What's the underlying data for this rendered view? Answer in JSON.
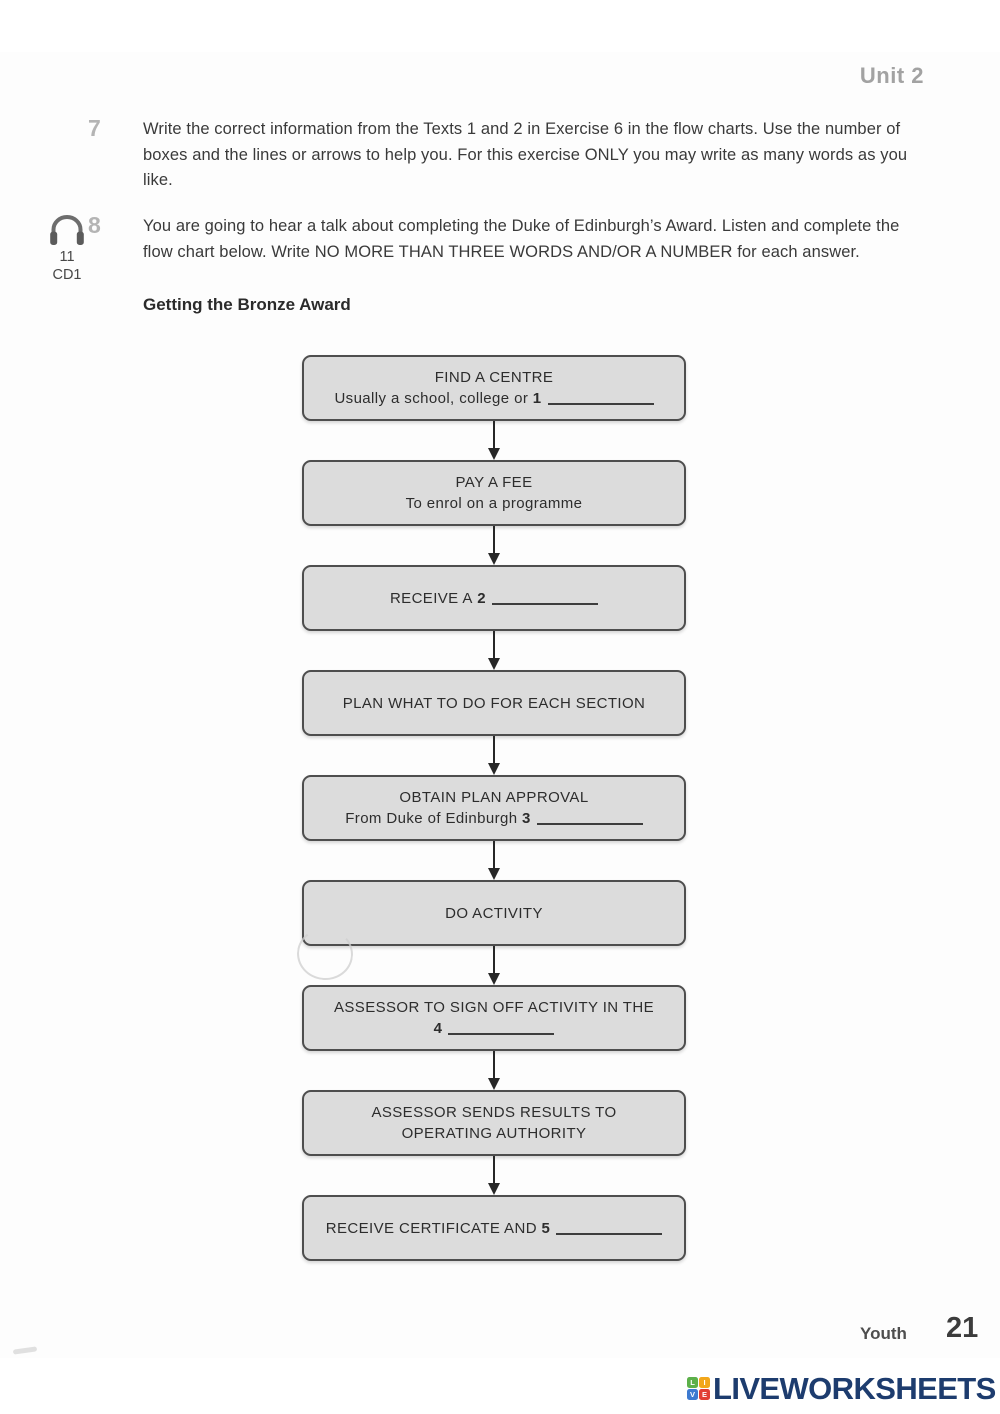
{
  "page": {
    "unit_label": "Unit 2",
    "footer": {
      "section": "Youth",
      "page_number": "21"
    },
    "brand": {
      "name": "LIVEWORKSHEETS",
      "text_color": "#1d3c6e",
      "icon_letters": [
        "L",
        "I",
        "V",
        "E"
      ],
      "icon_colors": [
        "#5cb04a",
        "#f2a71b",
        "#3d7ad0",
        "#e23f33"
      ]
    }
  },
  "exercises": {
    "ex7": {
      "number": "7",
      "text": "Write the correct information from the Texts 1 and 2 in Exercise 6 in the flow charts. Use the number of boxes and the lines or arrows to help you. For this exercise ONLY you may write as many words as you like."
    },
    "ex8": {
      "number": "8",
      "audio": {
        "icon": "headphones-icon",
        "track": "11",
        "cd": "CD1"
      },
      "text": "You are going to hear a talk about completing the Duke of Edinburgh’s Award. Listen and complete the flow chart below. Write NO MORE THAN THREE WORDS AND/OR A NUMBER for each answer."
    }
  },
  "flowchart": {
    "title": "Getting the Bronze Award",
    "box_fill": "#dcdcdc",
    "box_border": "#4e4e4e",
    "boxes": [
      {
        "lines": [
          {
            "text": "FIND A CENTRE"
          },
          {
            "text": "Usually a school, college or",
            "num": "1",
            "blank": true
          }
        ]
      },
      {
        "lines": [
          {
            "text": "PAY A FEE"
          },
          {
            "text": "To enrol on a programme"
          }
        ]
      },
      {
        "lines": [
          {
            "text": "RECEIVE A",
            "num": "2",
            "blank": true
          }
        ]
      },
      {
        "lines": [
          {
            "text": "PLAN WHAT TO DO FOR EACH SECTION"
          }
        ]
      },
      {
        "lines": [
          {
            "text": "OBTAIN PLAN APPROVAL"
          },
          {
            "text": "From Duke of Edinburgh",
            "num": "3",
            "blank": true
          }
        ]
      },
      {
        "lines": [
          {
            "text": "DO ACTIVITY"
          }
        ]
      },
      {
        "lines": [
          {
            "text": "ASSESSOR TO SIGN OFF ACTIVITY IN THE"
          },
          {
            "text": "",
            "num": "4",
            "blank": true
          }
        ]
      },
      {
        "lines": [
          {
            "text": "ASSESSOR SENDS RESULTS TO"
          },
          {
            "text": "OPERATING AUTHORITY"
          }
        ]
      },
      {
        "lines": [
          {
            "text": "RECEIVE CERTIFICATE AND",
            "num": "5",
            "blank": true
          }
        ]
      }
    ]
  }
}
